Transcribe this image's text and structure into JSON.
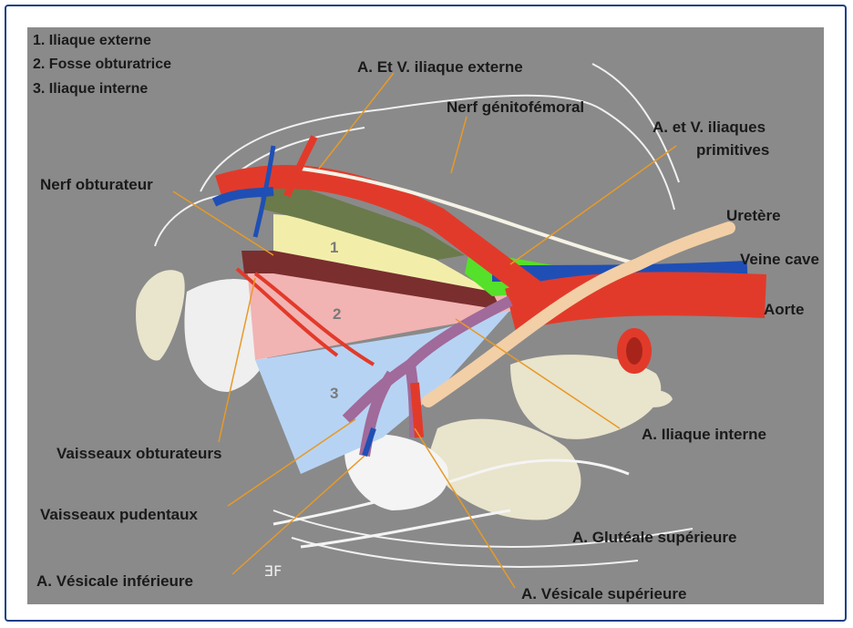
{
  "legend": [
    "1. Iliaque externe",
    "2. Fosse obturatrice",
    "3. Iliaque interne"
  ],
  "zones": [
    "1",
    "2",
    "3"
  ],
  "labels": {
    "ext_vessels": "A. Et V. iliaque externe",
    "genitofemoral": "Nerf génitofémoral",
    "common_iliac_line1": "A. et V. iliaques",
    "common_iliac_line2": "primitives",
    "obturator_nerve": "Nerf obturateur",
    "ureter": "Uretère",
    "vena_cava": "Veine cave",
    "aorta": "Aorte",
    "obturator_vessels": "Vaisseaux obturateurs",
    "internal_iliac": "A. Iliaque interne",
    "pudendal": "Vaisseaux pudentaux",
    "sup_gluteal": "A. Glutéale supérieure",
    "inf_vesical": "A. Vésicale inférieure",
    "sup_vesical": "A. Vésicale supérieure"
  },
  "signature": "ƎF",
  "colors": {
    "background": "#8a8a8a",
    "frame": "#1b3f87",
    "artery": "#e23a2a",
    "vein": "#1f4fb5",
    "nerve": "#f5f2e6",
    "zone1": "#f2eeaa",
    "zone2": "#f2b3b3",
    "zone3": "#b7d3f3",
    "bone": "#e9e4cc",
    "leader": "#e79a27",
    "common_iliac_area": "#55e02a",
    "ureter": "#f2cfa6"
  }
}
